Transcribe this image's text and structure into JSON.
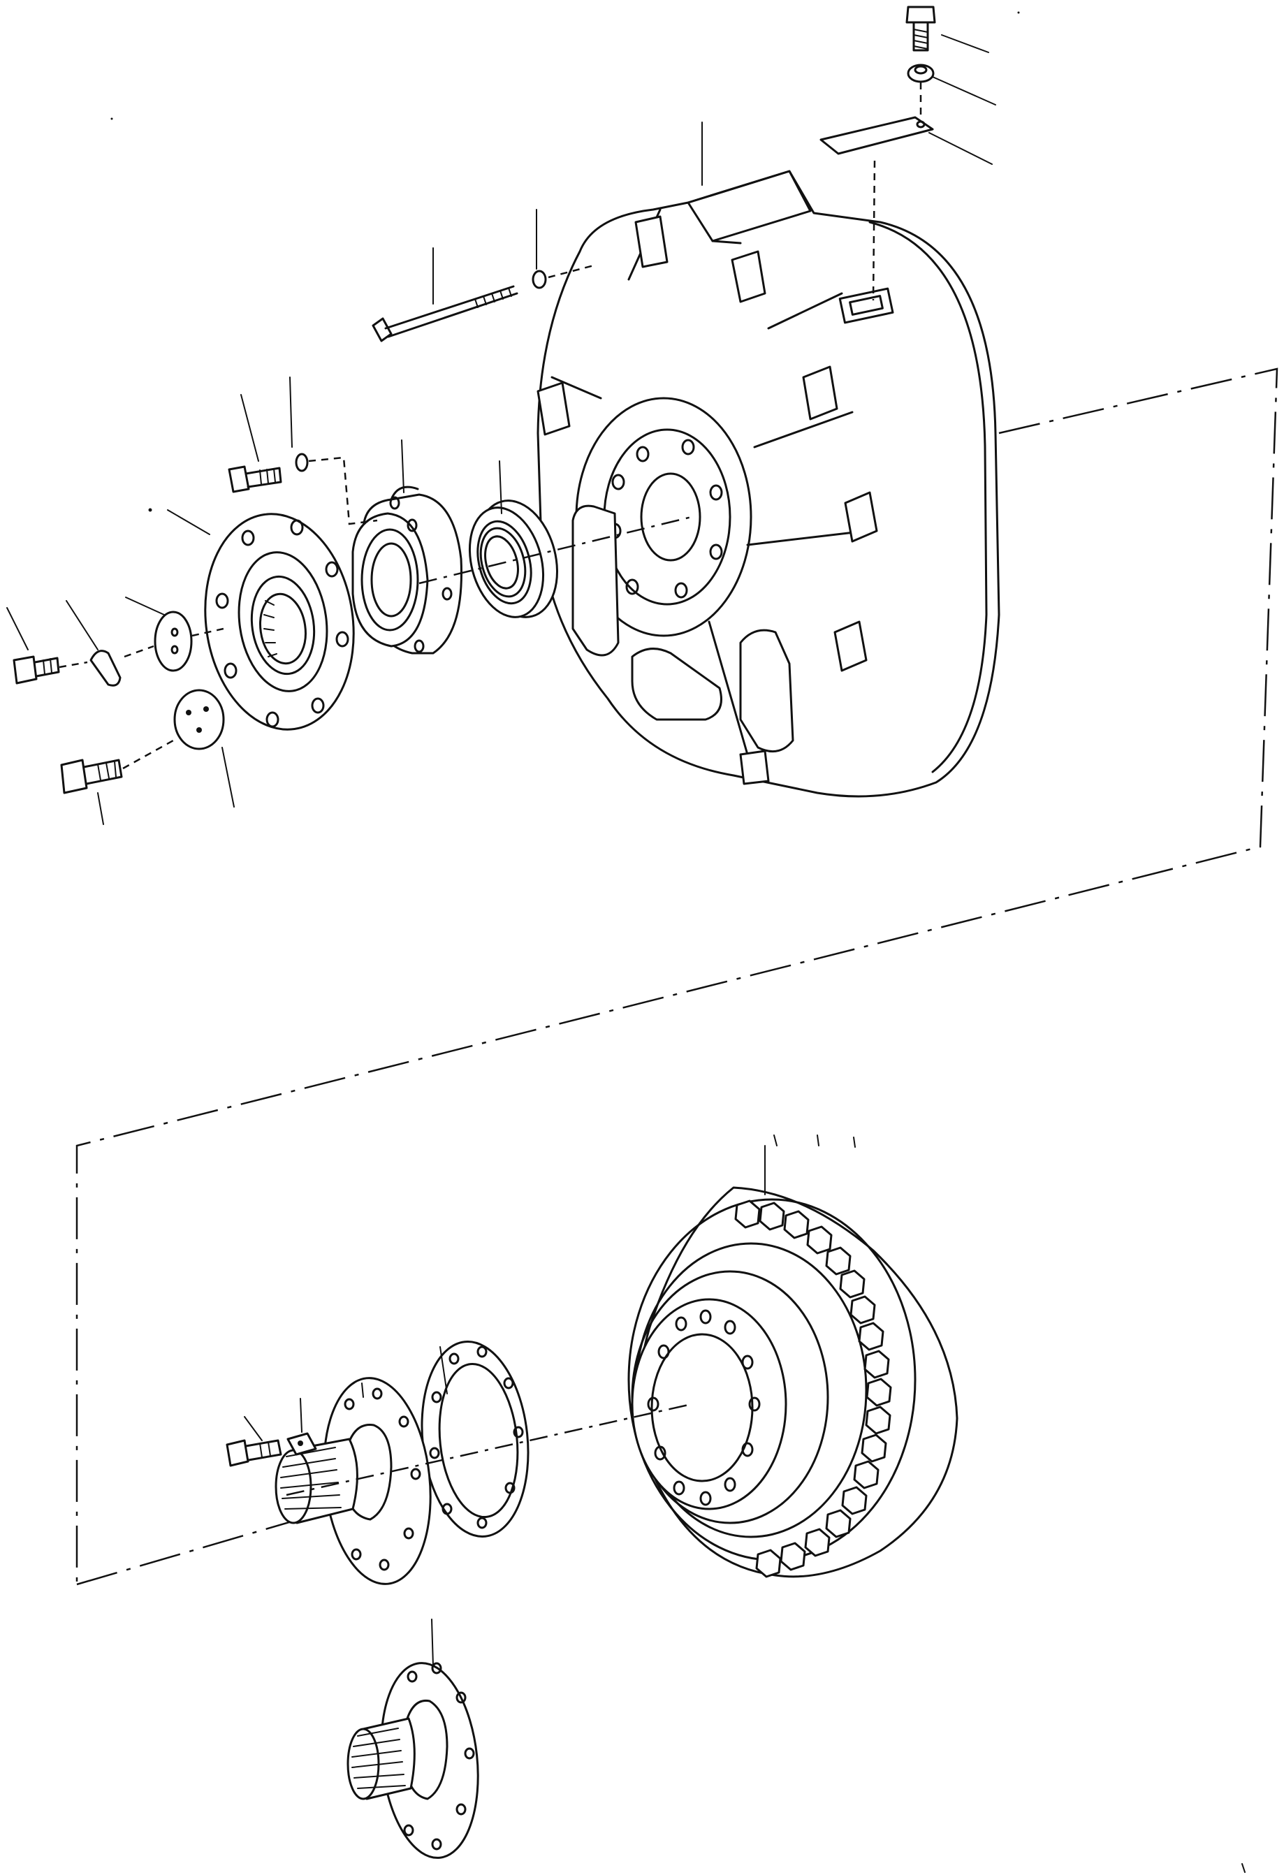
{
  "figure": {
    "type": "exploded-parts-drawing",
    "parts": [
      {
        "name": "torque-converter-housing"
      },
      {
        "name": "coupling-flange"
      },
      {
        "name": "bearing-carrier"
      },
      {
        "name": "ball-bearing"
      },
      {
        "name": "planetary-drive-hub"
      },
      {
        "name": "splined-drive-flange"
      },
      {
        "name": "flange-gasket"
      },
      {
        "name": "alternative-splined-flange"
      }
    ],
    "callout_labels": []
  }
}
